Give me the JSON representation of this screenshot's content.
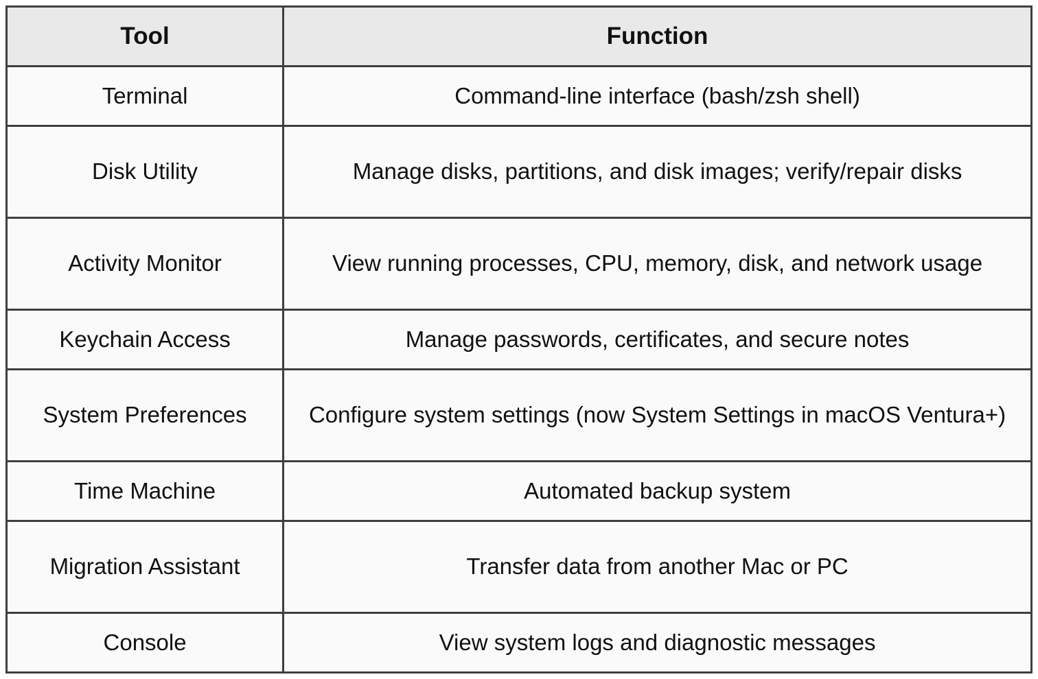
{
  "table": {
    "headers": [
      "Tool",
      "Function"
    ],
    "rows": [
      {
        "tool": "Terminal",
        "function": "Command-line interface (bash/zsh shell)"
      },
      {
        "tool": "Disk Utility",
        "function": "Manage disks, partitions, and disk images; verify/repair disks"
      },
      {
        "tool": "Activity Monitor",
        "function": "View running processes, CPU, memory, disk, and network usage"
      },
      {
        "tool": "Keychain Access",
        "function": "Manage passwords, certificates, and secure notes"
      },
      {
        "tool": "System Preferences",
        "function": "Configure system settings (now System Settings in macOS Ventura+)"
      },
      {
        "tool": "Time Machine",
        "function": "Automated backup system"
      },
      {
        "tool": "Migration Assistant",
        "function": "Transfer data from another Mac or PC"
      },
      {
        "tool": "Console",
        "function": "View system logs and diagnostic messages"
      }
    ]
  },
  "colors": {
    "border": "#3f3f3f",
    "header_bg": "#e9e9e9",
    "cell_bg": "#fafafa"
  }
}
